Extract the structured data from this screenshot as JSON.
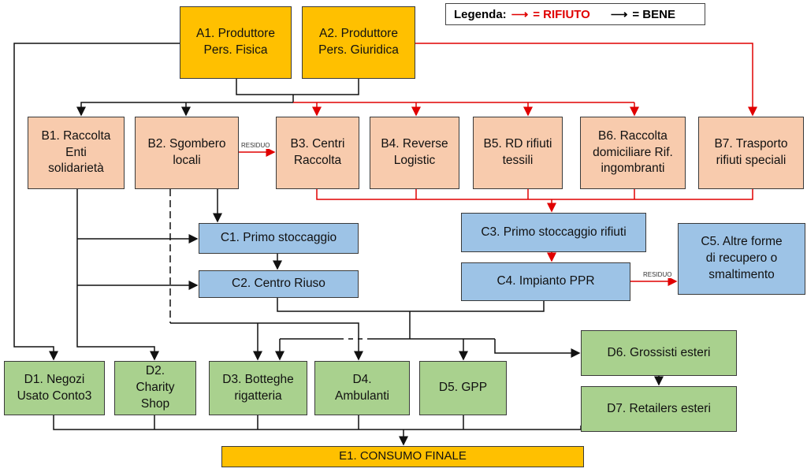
{
  "legend": {
    "title": "Legenda:",
    "waste_label": "= RIFIUTO",
    "good_label": "= BENE",
    "waste_color": "#E00000",
    "good_color": "#000000"
  },
  "producers": [
    {
      "id": "A1",
      "label": "A1. Produttore\nPers. Fisica"
    },
    {
      "id": "A2",
      "label": "A2. Produttore\nPers. Giuridica"
    }
  ],
  "collection": [
    {
      "id": "B1",
      "label": "B1. Raccolta\nEnti\nsolidarietà"
    },
    {
      "id": "B2",
      "label": "B2. Sgombero\nlocali"
    },
    {
      "id": "B3",
      "label": "B3. Centri\nRaccolta"
    },
    {
      "id": "B4",
      "label": "B4. Reverse\nLogistic"
    },
    {
      "id": "B5",
      "label": "B5. RD rifiuti\ntessili"
    },
    {
      "id": "B6",
      "label": "B6. Raccolta\ndomiciliare Rif.\ningombranti"
    },
    {
      "id": "B7",
      "label": "B7. Trasporto\nrifiuti speciali"
    }
  ],
  "processing": [
    {
      "id": "C1",
      "label": "C1. Primo stoccaggio"
    },
    {
      "id": "C2",
      "label": "C2. Centro Riuso"
    },
    {
      "id": "C3",
      "label": "C3. Primo stoccaggio rifiuti"
    },
    {
      "id": "C4",
      "label": "C4. Impianto PPR"
    },
    {
      "id": "C5",
      "label": "C5. Altre forme\ndi recupero o\nsmaltimento"
    }
  ],
  "distribution": [
    {
      "id": "D1",
      "label": "D1. Negozi\nUsato Conto3"
    },
    {
      "id": "D2",
      "label": "D2.\nCharity\nShop"
    },
    {
      "id": "D3",
      "label": "D3. Botteghe\nrigatteria"
    },
    {
      "id": "D4",
      "label": "D4.\nAmbulanti"
    },
    {
      "id": "D5",
      "label": "D5. GPP"
    },
    {
      "id": "D6",
      "label": "D6. Grossisti esteri"
    },
    {
      "id": "D7",
      "label": "D7. Retailers esteri"
    }
  ],
  "final": {
    "id": "E1",
    "label": "E1. CONSUMO FINALE"
  },
  "edge_labels": {
    "residuo_b2": "RESIDUO",
    "residuo_c4": "RESIDUO"
  }
}
